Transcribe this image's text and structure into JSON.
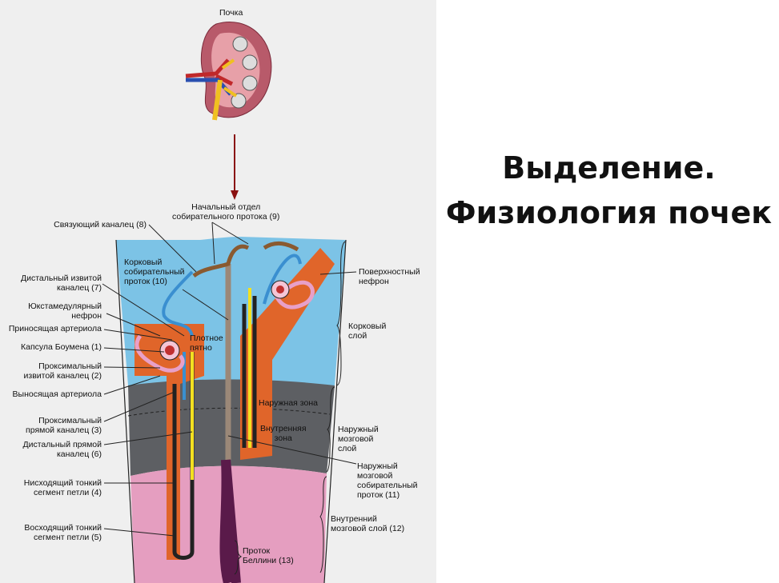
{
  "title": {
    "line1": "Выделение.",
    "line2": "Физиология почек"
  },
  "diagram": {
    "kidney_label": "Почка",
    "labels": {
      "initial_collecting": "Начальный отдел\nсобирательного протока (9)",
      "connecting": "Связующий каналец (8)",
      "cortical_collecting": "Корковый\nсобирательный\nпроток (10)",
      "distal_convoluted": "Дистальный извитой\nканалец (7)",
      "juxtamedullary": "Юкстамедулярный\nнефрон",
      "afferent": "Приносящая артериола",
      "bowman": "Капсула Боумена (1)",
      "proximal_convoluted": "Проксимальный\nизвитой каналец (2)",
      "efferent": "Выносящая артериола",
      "proximal_straight": "Проксимальный\nпрямой каналец (3)",
      "distal_straight": "Дистальный прямой\nканалец (6)",
      "thin_descending": "Нисходящий тонкий\nсегмент петли (4)",
      "thin_ascending": "Восходящий тонкий\nсегмент петли (5)",
      "macula_densa": "Плотное\nпятно",
      "superficial": "Поверхностный\nнефрон",
      "cortex": "Корковый\nслой",
      "outer_zone": "Наружная зона",
      "inner_zone": "Внутренняя\nзона",
      "outer_medulla": "Наружный\nмозговой\nслой",
      "outer_medullary_collecting": "Наружный\nмозговой\nсобирательный\nпроток (11)",
      "inner_medulla": "Внутренний\nмозговой слой (12)",
      "bellini": "Проток\nБеллини (13)"
    }
  }
}
